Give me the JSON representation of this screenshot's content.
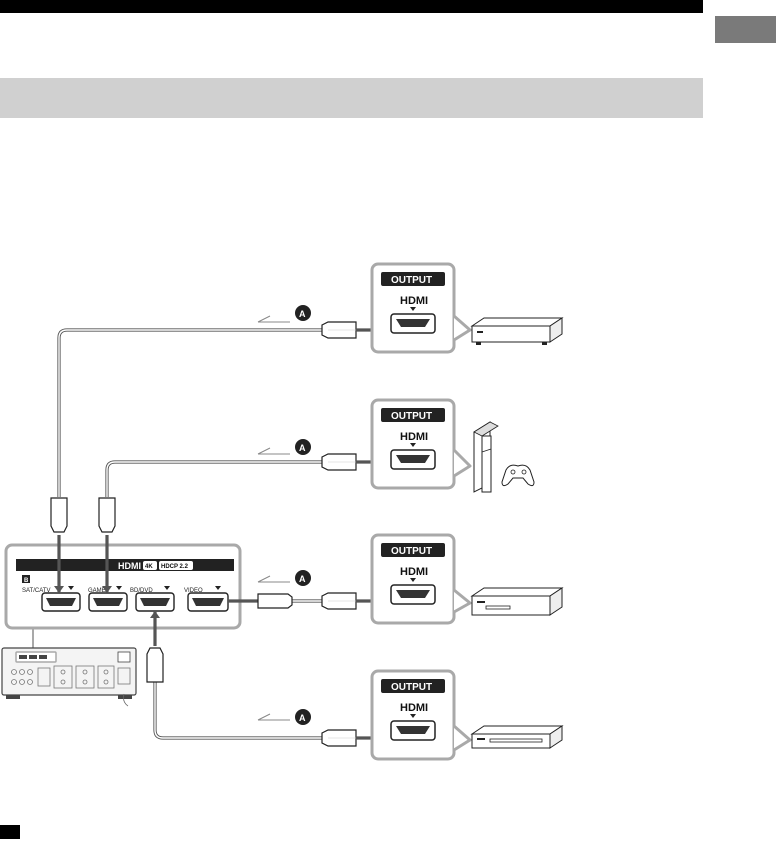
{
  "header": {
    "title": ""
  },
  "diagram": {
    "receiver_panel": {
      "logo": "HDMI",
      "badge_4k": "4K",
      "badge_hdcp": "HDCP 2.2",
      "tag": "B",
      "jacks": [
        "SAT/CATV",
        "GAME",
        "BD/DVD",
        "VIDEO"
      ]
    },
    "devices": [
      {
        "output_label": "OUTPUT",
        "port_label": "HDMI",
        "cable_marker": "A"
      },
      {
        "output_label": "OUTPUT",
        "port_label": "HDMI",
        "cable_marker": "A"
      },
      {
        "output_label": "OUTPUT",
        "port_label": "HDMI",
        "cable_marker": "A"
      },
      {
        "output_label": "OUTPUT",
        "port_label": "HDMI",
        "cable_marker": "A"
      }
    ]
  },
  "colors": {
    "band": "#d0d0d0",
    "rule": "#000000",
    "panel_border": "#a9a9a9"
  }
}
